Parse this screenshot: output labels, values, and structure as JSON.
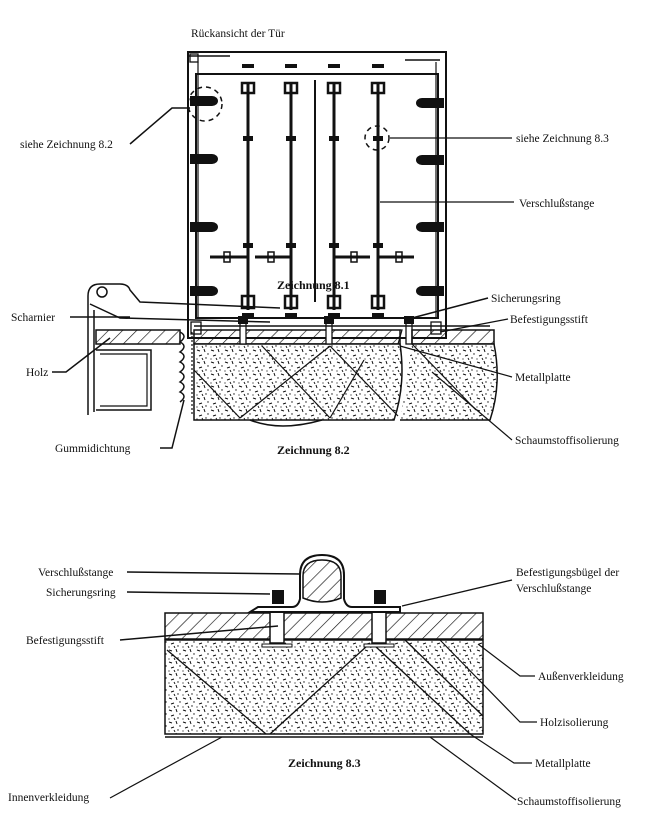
{
  "figure_8_1": {
    "title": "Rückansicht der Tür",
    "caption": "Zeichnung 8.1",
    "labels": {
      "see_8_2": "siehe Zeichnung 8.2",
      "see_8_3": "siehe Zeichnung 8.3",
      "locking_bar": "Verschlußstange"
    }
  },
  "figure_8_2": {
    "caption": "Zeichnung 8.2",
    "labels": {
      "hinge": "Scharnier",
      "wood": "Holz",
      "rubber_seal": "Gummidichtung",
      "retaining_ring": "Sicherungsring",
      "fixing_pin": "Befestigungsstift",
      "metal_plate": "Metallplatte",
      "foam_insulation": "Schaumstoffisolierung"
    }
  },
  "figure_8_3": {
    "caption": "Zeichnung 8.3",
    "labels": {
      "locking_bar": "Verschlußstange",
      "retaining_ring": "Sicherungsring",
      "fixing_pin": "Befestigungsstift",
      "bracket_line1": "Befestigungsbügel der",
      "bracket_line2": "Verschlußstange",
      "outer_cladding": "Außenverkleidung",
      "wood_insulation": "Holzisolierung",
      "metal_plate": "Metallplatte",
      "inner_lining": "Innenverkleidung",
      "foam_insulation": "Schaumstoffisolierung"
    }
  }
}
